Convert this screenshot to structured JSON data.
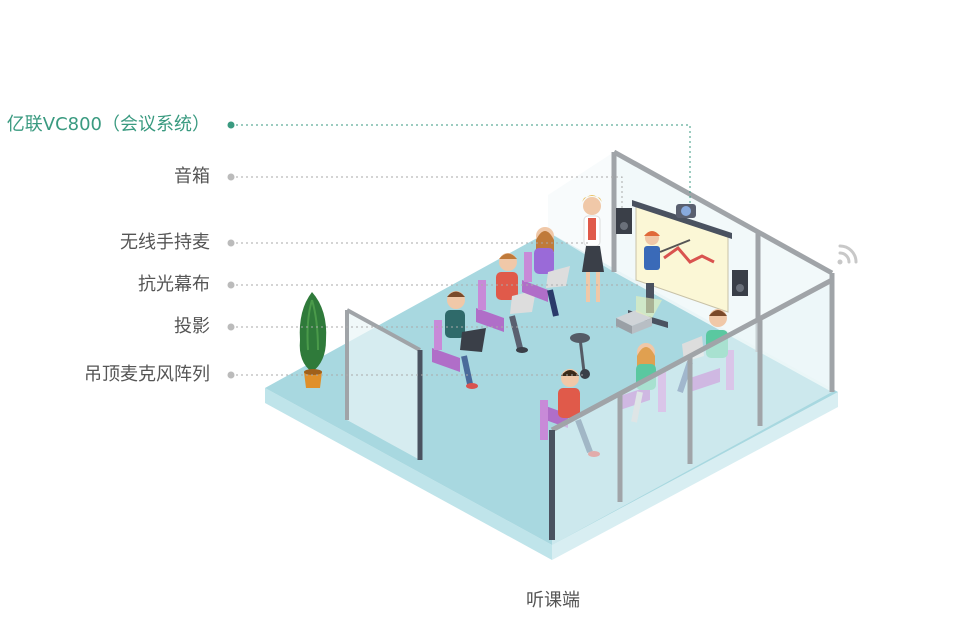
{
  "labels": [
    {
      "id": "vc800",
      "text": "亿联VC800（会议系统）",
      "highlight": true
    },
    {
      "id": "speaker",
      "text": "音箱",
      "highlight": false
    },
    {
      "id": "wireless-mic",
      "text": "无线手持麦",
      "highlight": false
    },
    {
      "id": "screen",
      "text": "抗光幕布",
      "highlight": false
    },
    {
      "id": "projector",
      "text": "投影",
      "highlight": false
    },
    {
      "id": "ceiling-mic",
      "text": "吊顶麦克风阵列",
      "highlight": false
    }
  ],
  "caption": "听课端",
  "colors": {
    "accent": "#3a9a80",
    "leader": "#aaaaaa",
    "floor": "#a8d8e0",
    "floor_side": "#bfe4ea",
    "glass": "#e9f5f7",
    "frame": "#a0a4a8",
    "chair": "#b06ec8",
    "screen": "#fbf7d6"
  }
}
